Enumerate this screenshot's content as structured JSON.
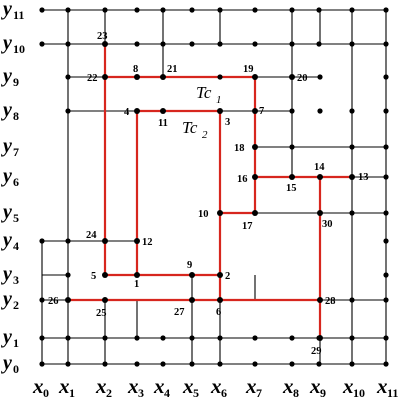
{
  "axis_labels": {
    "y": [
      "y0",
      "y1",
      "y2",
      "y3",
      "y4",
      "y5",
      "y6",
      "y7",
      "y8",
      "y9",
      "y10",
      "y11"
    ],
    "x": [
      "x0",
      "x1",
      "x2",
      "x3",
      "x4",
      "x5",
      "x6",
      "x7",
      "x8",
      "x9",
      "x10",
      "x11"
    ]
  },
  "tree_labels": {
    "tc1": {
      "base": "Tc",
      "sub": "1"
    },
    "tc2": {
      "base": "Tc",
      "sub": "2"
    }
  },
  "nodes": [
    {
      "id": "1",
      "label": "1"
    },
    {
      "id": "2",
      "label": "2"
    },
    {
      "id": "3",
      "label": "3"
    },
    {
      "id": "4",
      "label": "4"
    },
    {
      "id": "5",
      "label": "5"
    },
    {
      "id": "6",
      "label": "6"
    },
    {
      "id": "7",
      "label": "7"
    },
    {
      "id": "8",
      "label": "8"
    },
    {
      "id": "9",
      "label": "9"
    },
    {
      "id": "10",
      "label": "10"
    },
    {
      "id": "11",
      "label": "11"
    },
    {
      "id": "12",
      "label": "12"
    },
    {
      "id": "13",
      "label": "13"
    },
    {
      "id": "14",
      "label": "14"
    },
    {
      "id": "15",
      "label": "15"
    },
    {
      "id": "16",
      "label": "16"
    },
    {
      "id": "17",
      "label": "17"
    },
    {
      "id": "18",
      "label": "18"
    },
    {
      "id": "19",
      "label": "19"
    },
    {
      "id": "20",
      "label": "20"
    },
    {
      "id": "21",
      "label": "21"
    },
    {
      "id": "22",
      "label": "22"
    },
    {
      "id": "23",
      "label": "23"
    },
    {
      "id": "24",
      "label": "24"
    },
    {
      "id": "25",
      "label": "25"
    },
    {
      "id": "26",
      "label": "26"
    },
    {
      "id": "27",
      "label": "27"
    },
    {
      "id": "28",
      "label": "28"
    },
    {
      "id": "29",
      "label": "29"
    },
    {
      "id": "30",
      "label": "30"
    }
  ],
  "colors": {
    "grid": "#000000",
    "route": "#d7261e",
    "background": "#ffffff"
  }
}
